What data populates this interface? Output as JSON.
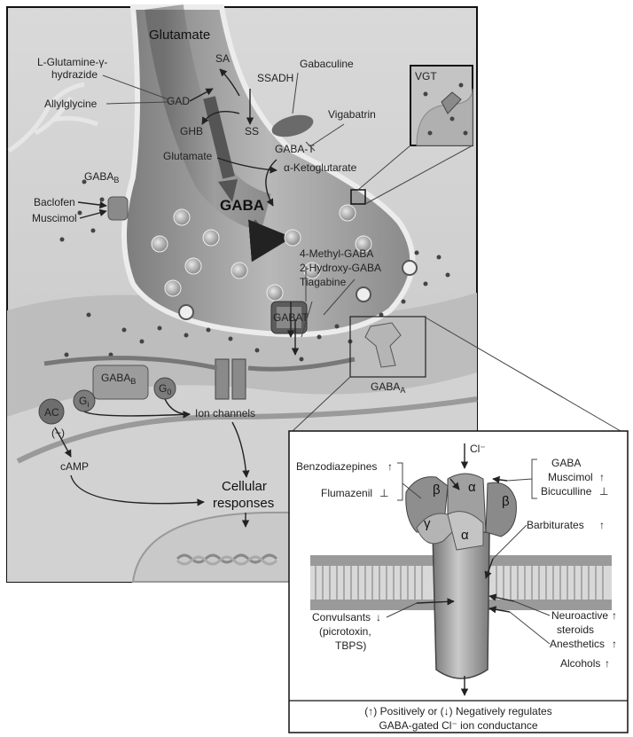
{
  "presynaptic": {
    "glutamate_top": "Glutamate",
    "l_glutamine_line1": "L-Glutamine-γ-",
    "l_glutamine_line2": "hydrazide",
    "allylglycine": "Allylglycine",
    "gad": "GAD",
    "sa": "SA",
    "ssadh": "SSADH",
    "gabaculine": "Gabaculine",
    "vigabatrin": "Vigabatrin",
    "ghb": "GHB",
    "ss": "SS",
    "gaba_t": "GABA-T",
    "glutamate_mid": "Glutamate",
    "ketoglutarate": "α-Ketoglutarate",
    "gaba": "GABA",
    "vgt": "VGT",
    "methyl_gaba": "4-Methyl-GABA",
    "hydroxy_gaba": "2-Hydroxy-GABA",
    "tiagabine": "Tiagabine",
    "gabat": "GABAT"
  },
  "gaba_b_receptor": {
    "label": "GABA",
    "sub": "B",
    "baclofen": "Baclofen",
    "muscimol": "Muscimol"
  },
  "postsynaptic": {
    "ac": "AC",
    "gi": "G",
    "gi_sub": "i",
    "go": "G",
    "go_sub": "0",
    "gabab_label": "GABA",
    "gabab_sub": "B",
    "minus": "(−)",
    "camp": "cAMP",
    "ion_channels": "Ion channels",
    "cellular_line1": "Cellular",
    "cellular_line2": "responses",
    "gaba_a_label": "GABA",
    "gaba_a_sub": "A"
  },
  "gaba_a_inset": {
    "cl": "Cl⁻",
    "benzodiazepines": "Benzodiazepines",
    "flumazenil": "Flumazenil",
    "gaba": "GABA",
    "muscimol": "Muscimol",
    "bicuculline": "Bicuculline",
    "beta1": "β",
    "alpha1": "α",
    "beta2": "β",
    "gamma": "γ",
    "alpha2": "α",
    "barbiturates": "Barbiturates",
    "convulsants_line1": "Convulsants",
    "convulsants_line2": "(picrotoxin,",
    "convulsants_line3": "TBPS)",
    "neuroactive_line1": "Neuroactive",
    "neuroactive_line2": "steroids",
    "anesthetics": "Anesthetics",
    "alcohols": "Alcohols",
    "up": "↑",
    "down": "↓",
    "block": "⊥",
    "caption_line1": "(↑) Positively or (↓) Negatively regulates",
    "caption_line2": "GABA-gated Cl⁻ ion conductance"
  },
  "colors": {
    "terminal": "#a9a9a9",
    "terminal_dark": "#6e6e6e",
    "background": "#cfcfcf",
    "membrane": "#8a8a8a",
    "receptor": "#9a9a9a"
  }
}
